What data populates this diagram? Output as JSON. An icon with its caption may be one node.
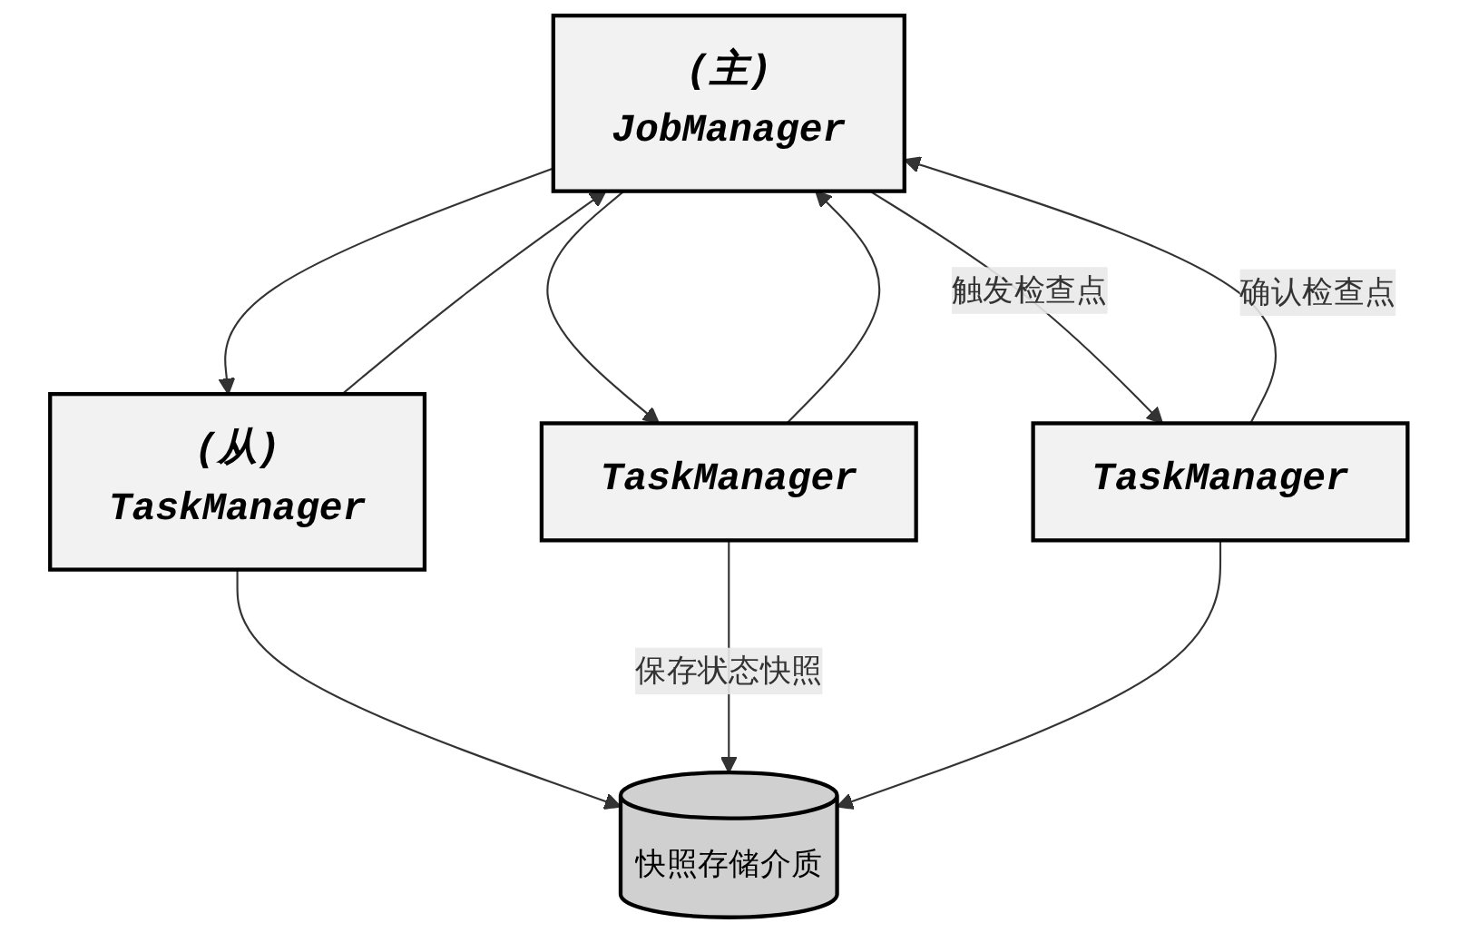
{
  "diagram": {
    "nodes": [
      {
        "text": [
          "(主)",
          "JobManager"
        ]
      },
      {
        "text": [
          "(从)",
          "TaskManager"
        ]
      },
      {
        "text": [
          "TaskManager"
        ]
      },
      {
        "text": [
          "TaskManager"
        ]
      },
      {
        "text": [
          "快照存储介质"
        ]
      }
    ],
    "edges": [
      {
        "from": 0,
        "to": 1,
        "arrow": "to"
      },
      {
        "from": 1,
        "to": 0,
        "arrow": "to"
      },
      {
        "from": 0,
        "to": 2,
        "arrow": "to"
      },
      {
        "from": 2,
        "to": 0,
        "arrow": "to"
      },
      {
        "from": 0,
        "to": 3,
        "arrow": "to",
        "label": "触发检查点"
      },
      {
        "from": 3,
        "to": 0,
        "arrow": "to",
        "label": "确认检查点"
      },
      {
        "from": 1,
        "to": 4,
        "arrow": "to"
      },
      {
        "from": 2,
        "to": 4,
        "arrow": "to",
        "label": "保存状态快照"
      },
      {
        "from": 3,
        "to": 4,
        "arrow": "to"
      }
    ]
  }
}
